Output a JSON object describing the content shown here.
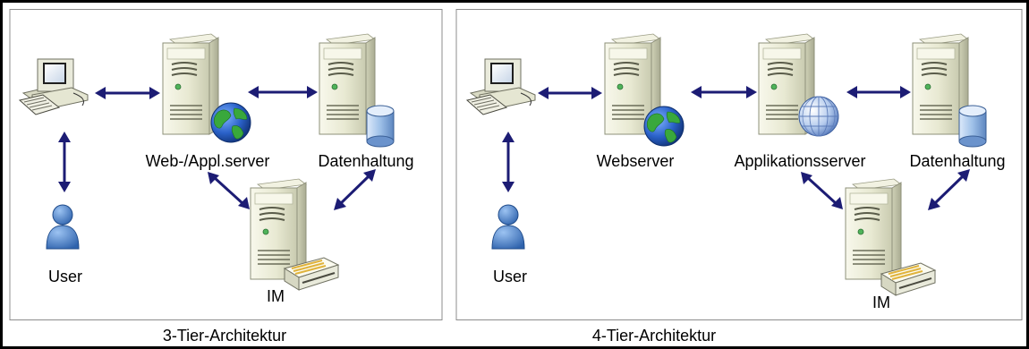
{
  "colors": {
    "arrow": "#1c1c74",
    "frame": "#000000",
    "panel_border": "#8c8c8c",
    "server_body": "#e6e7cf",
    "server_front": "#f6f6e6",
    "globe_blue": "#2a61c8",
    "globe_green": "#35a33a",
    "user_blue": "#3f78c4",
    "db_blue": "#9ec0e8"
  },
  "panels": [
    {
      "caption": "3-Tier-Architektur",
      "labels": {
        "user": "User",
        "web_appl": "Web-/Appl.server",
        "datenhaltung": "Datenhaltung",
        "im": "IM"
      }
    },
    {
      "caption": "4-Tier-Architektur",
      "labels": {
        "user": "User",
        "webserver": "Webserver",
        "applikationsserver": "Applikationsserver",
        "datenhaltung": "Datenhaltung",
        "im": "IM"
      }
    }
  ],
  "icons": {
    "client": "desktop-computer-icon",
    "user": "user-icon",
    "server": "server-tower-icon",
    "web": "globe-icon",
    "app": "wireframe-globe-icon",
    "db": "database-icon",
    "im": "tape-drive-icon"
  }
}
